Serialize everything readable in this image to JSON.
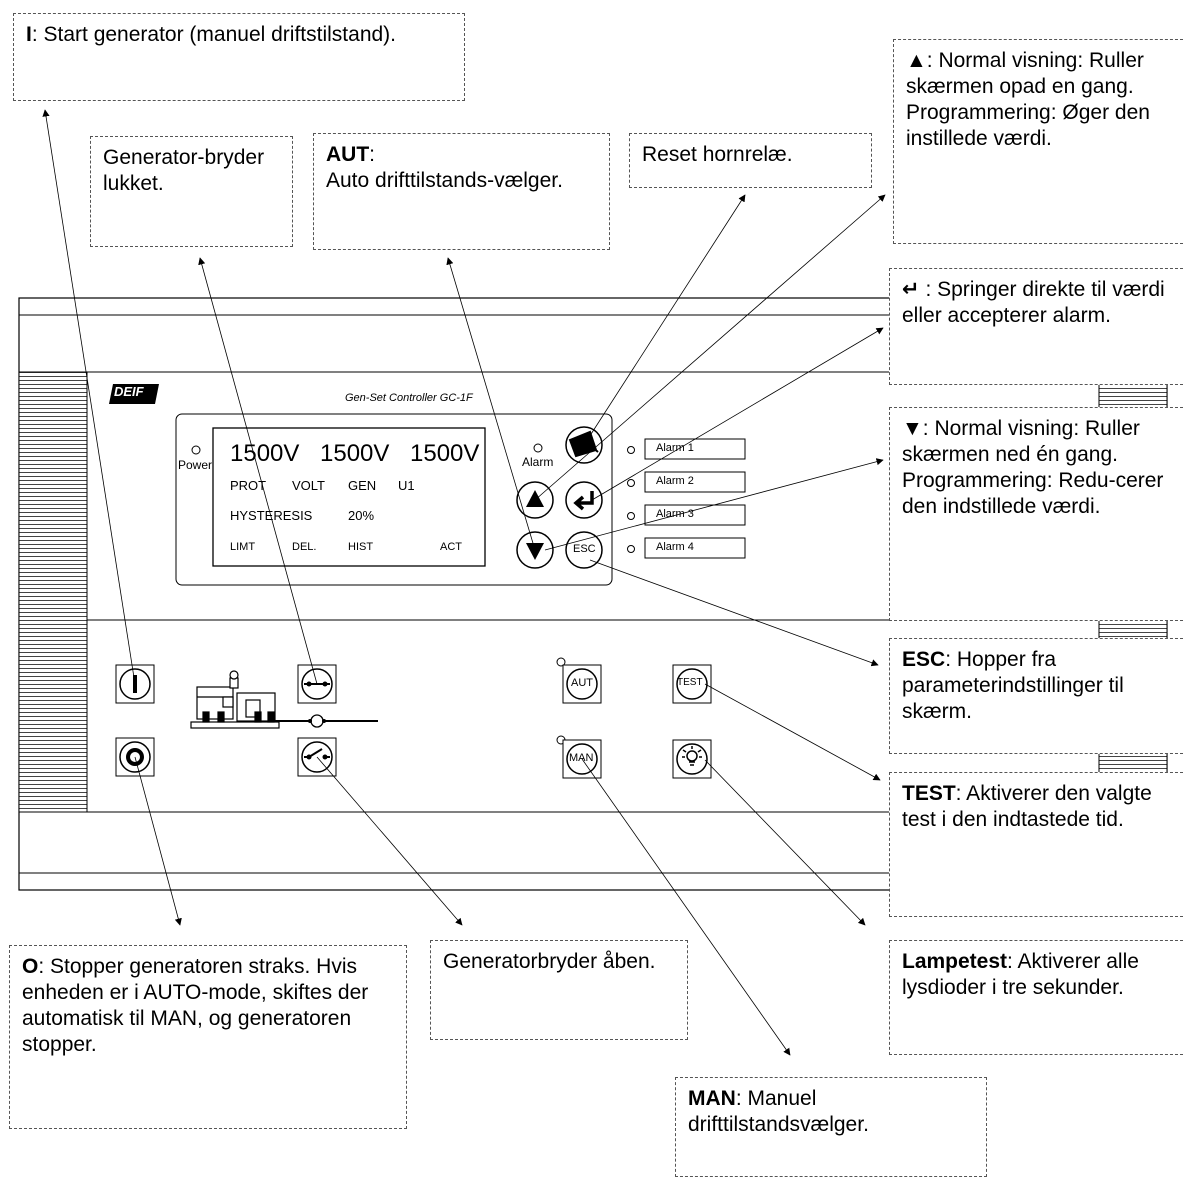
{
  "callouts": {
    "start": {
      "key": "I",
      "text": ": Start generator (manuel driftstilstand)."
    },
    "breaker_closed": {
      "text": "Generator-bryder lukket."
    },
    "aut": {
      "key": "AUT",
      "text": ":",
      "line2": "Auto drifttilstands-vælger."
    },
    "reset_horn": {
      "text": "Reset hornrelæ."
    },
    "up": {
      "key": "▲",
      "text": ": Normal visning: Ruller skærmen opad en gang. Programmering:  Øger den instillede værdi."
    },
    "enter": {
      "key": "↵",
      "text": " : Springer direkte til værdi eller accepterer alarm."
    },
    "down": {
      "key": "▼",
      "text": ": Normal visning: Ruller skærmen ned én gang. Programmering: Redu-cerer den indstillede værdi."
    },
    "esc": {
      "key": "ESC",
      "text": ": Hopper fra parameterindstillinger til skærm."
    },
    "test": {
      "key": "TEST",
      "text": ": Aktiverer den valgte test i den indtastede tid."
    },
    "lamp": {
      "key": "Lampetest",
      "text": ": Aktiverer alle lysdioder i tre sekunder."
    },
    "stop": {
      "key": "O",
      "text": ": Stopper generatoren straks. Hvis enheden er i AUTO-mode, skiftes der automatisk til MAN, og generatoren stopper."
    },
    "breaker_open": {
      "text": "Generatorbryder åben."
    },
    "man": {
      "key": "MAN",
      "text": ": Manuel drifttilstandsvælger."
    }
  },
  "panel": {
    "brand": "DEIF",
    "model": "Gen-Set Controller GC-1F",
    "power_label": "Power",
    "alarm_label": "Alarm",
    "lcd": {
      "row1": [
        "1500V",
        "1500V",
        "1500V"
      ],
      "row2": [
        "PROT",
        "VOLT",
        "GEN",
        "U1"
      ],
      "row3": [
        "HYSTERESIS",
        "20%"
      ],
      "row4": [
        "LIMT",
        "DEL.",
        "HIST",
        "ACT"
      ]
    },
    "alarms": [
      "Alarm 1",
      "Alarm 2",
      "Alarm 3",
      "Alarm 4"
    ],
    "buttons": {
      "esc": "ESC",
      "aut": "AUT",
      "man": "MAN",
      "test": "TEST"
    }
  }
}
